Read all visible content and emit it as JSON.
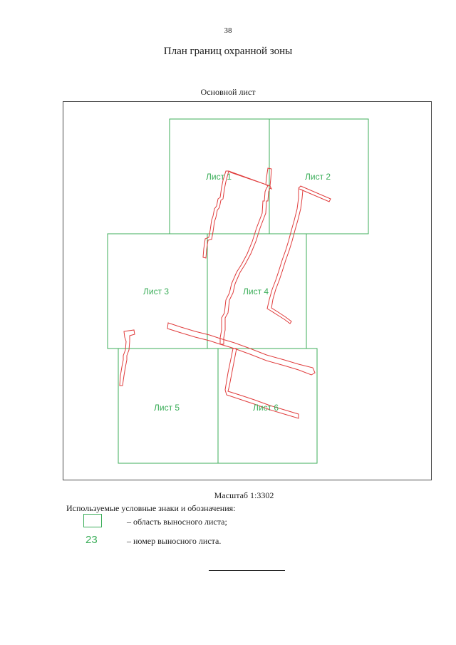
{
  "page_number": "38",
  "title": "План границ охранной зоны",
  "map_caption": "Основной лист",
  "sheets": [
    {
      "label": "Лист 1"
    },
    {
      "label": "Лист 2"
    },
    {
      "label": "Лист 3"
    },
    {
      "label": "Лист 4"
    },
    {
      "label": "Лист 5"
    },
    {
      "label": "Лист 6"
    }
  ],
  "scale_text": "Масштаб 1:3302",
  "legend": {
    "heading": "Используемые условные знаки и обозначения:",
    "area_text": "– область выносного листа;",
    "number_sample": "23",
    "number_text": "– номер выносного листа."
  },
  "colors": {
    "sheet_border": "#3cae5a",
    "zone_border": "#e03c3c"
  }
}
